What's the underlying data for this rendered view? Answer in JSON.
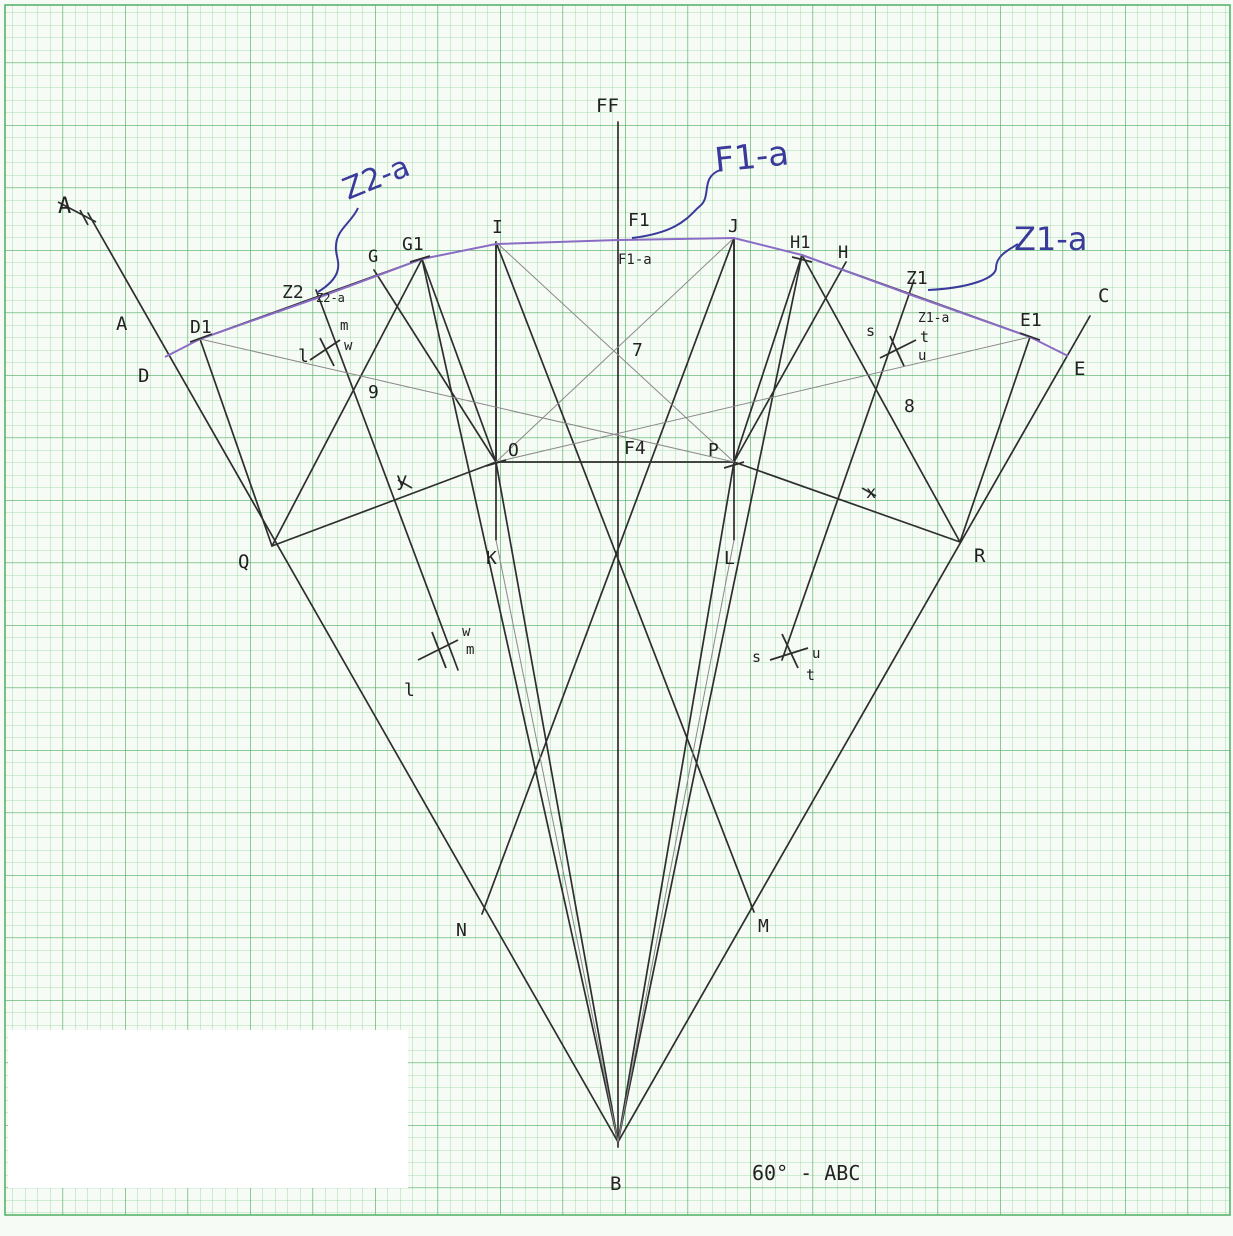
{
  "diagram": {
    "caption": "60° - ABC",
    "colors": {
      "grid_minor": "#8fd49a",
      "grid_major": "#4fae62",
      "paper": "#f7fbf6",
      "pencil": "#2e2e2e",
      "pencil_faint": "#8a8a8a",
      "ink_blue": "#3a3a9a",
      "arc_purple": "#8a6cc4",
      "blank_patch": "#ffffff"
    },
    "point_labels": {
      "A_top": "A",
      "A": "A",
      "B": "B",
      "C": "C",
      "D": "D",
      "E": "E",
      "FF": "FF",
      "D1": "D1",
      "E1": "E1",
      "F1": "F1",
      "F1a_small": "F1-a",
      "F4": "F4",
      "G": "G",
      "G1": "G1",
      "H": "H",
      "H1": "H1",
      "I": "I",
      "J": "J",
      "K": "K",
      "L": "L",
      "M": "M",
      "N": "N",
      "O": "O",
      "P": "P",
      "Q": "Q",
      "R": "R",
      "Z1": "Z1",
      "Z1a_small": "Z1-a",
      "Z2": "Z2",
      "Z2a_small": "Z2-a",
      "n7": "7",
      "n8": "8",
      "n9": "9",
      "x": "x",
      "y": "y"
    },
    "construction_marks": {
      "left_upper": [
        "l",
        "m",
        "w"
      ],
      "left_lower": [
        "l",
        "w",
        "m"
      ],
      "right_upper": [
        "s",
        "t",
        "u"
      ],
      "right_lower": [
        "s",
        "u",
        "t"
      ]
    },
    "callouts": {
      "z2a": "Z2-a",
      "f1a": "F1-a",
      "z1a": "Z1-a"
    }
  }
}
